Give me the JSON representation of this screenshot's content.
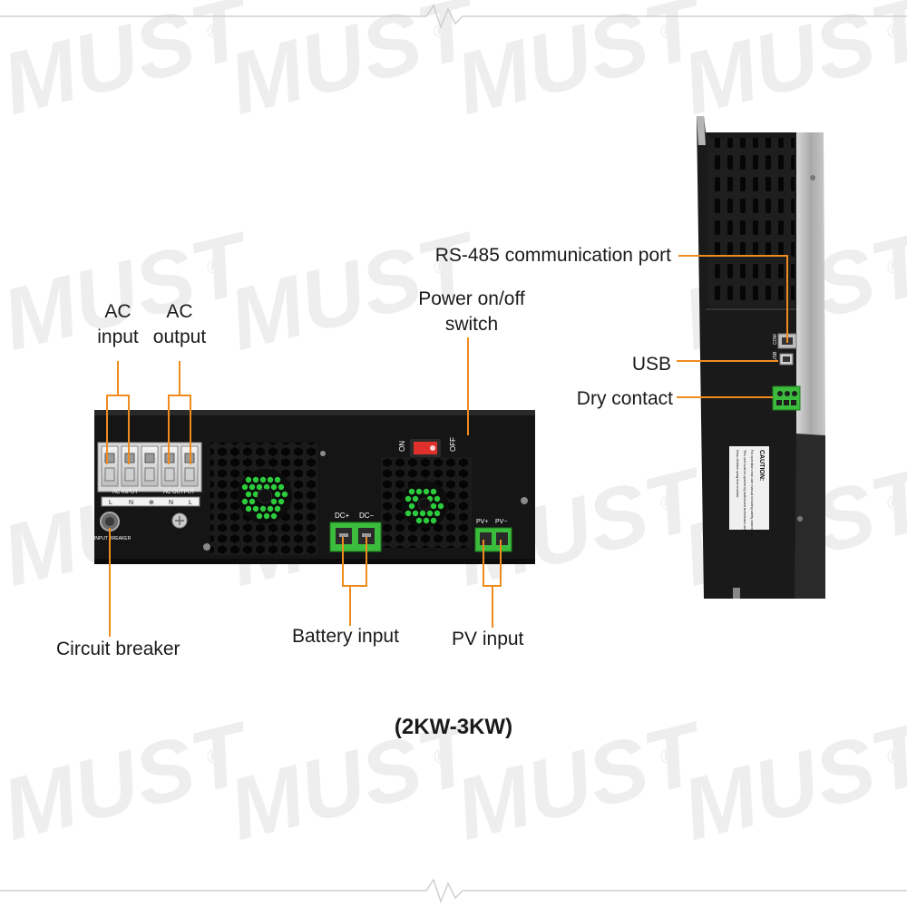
{
  "watermark": {
    "brand": "MUST",
    "mark": "®"
  },
  "front_panel": {
    "ac_input_terminal_label": "AC INPUT",
    "ac_output_terminal_label": "AC OUTPUT",
    "terminal_letters": [
      "L",
      "N",
      "⊕",
      "N",
      "L"
    ],
    "input_breaker_label": "INPUT BREAKER",
    "switch_on": "ON",
    "switch_off": "OFF",
    "dc_plus": "DC+",
    "dc_minus": "DC−",
    "pv_plus": "PV+",
    "pv_minus": "PV−"
  },
  "side_panel": {
    "com_label": "COM",
    "usb_label": "USB",
    "caution_title": "CAUTION:",
    "caution_lines": [
      "For operation read user manual including safety warning first.",
      "This unit must be opened by authorized technicians only.",
      "Keep children away from inverter."
    ]
  },
  "callouts": {
    "ac_input_line1": "AC",
    "ac_input_line2": "input",
    "ac_output_line1": "AC",
    "ac_output_line2": "output",
    "power_switch_line1": "Power on/off",
    "power_switch_line2": "switch",
    "circuit_breaker": "Circuit breaker",
    "battery_input": "Battery input",
    "pv_input": "PV input",
    "rs485": "RS-485 communication port",
    "usb": "USB",
    "dry_contact": "Dry contact"
  },
  "model_caption": "(2KW-3KW)",
  "colors": {
    "leader_line": "#f08c1e",
    "terminal_green": "#3cbc3c",
    "fan_green": "#2dcc3c",
    "switch_red": "#e0302c",
    "panel_black": "#1a1a1a"
  }
}
